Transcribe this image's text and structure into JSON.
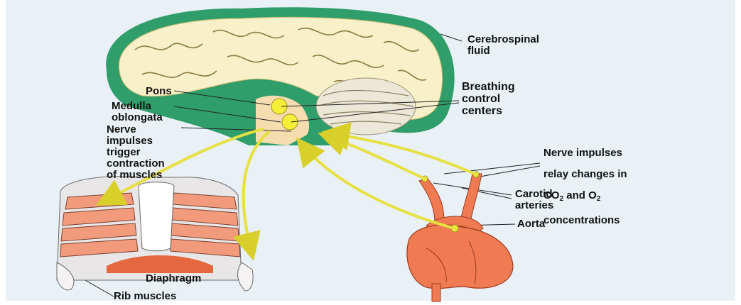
{
  "labels": {
    "cerebrospinal": "Cerebrospinal\nfluid",
    "breathing": "Breathing\ncontrol\ncenters",
    "pons": "Pons",
    "medulla": "Medulla\noblongata",
    "nerve_trigger": "Nerve\nimpulses\ntrigger\ncontraction\nof muscles",
    "relay_line1": "Nerve impulses",
    "relay_line2": "relay changes in",
    "relay_co": "CO",
    "relay_sub1": "2",
    "relay_and": " and O",
    "relay_sub2": "2",
    "relay_line4": "concentrations",
    "carotid": "Carotid\narteries",
    "aorta": "Aorta",
    "diaphragm": "Diaphragm",
    "rib_muscles": "Rib muscles"
  },
  "colors": {
    "panel": "#e9f1f6",
    "brain_outline": "#2f9e6b",
    "brain_fill": "#f7f0c8",
    "cerebellum": "#ece8d8",
    "medulla": "#f5ddb0",
    "nerve": "#e6e042",
    "heart": "#f07b52",
    "ribs": "#f29b7c",
    "diaphragm": "#e5673e"
  }
}
